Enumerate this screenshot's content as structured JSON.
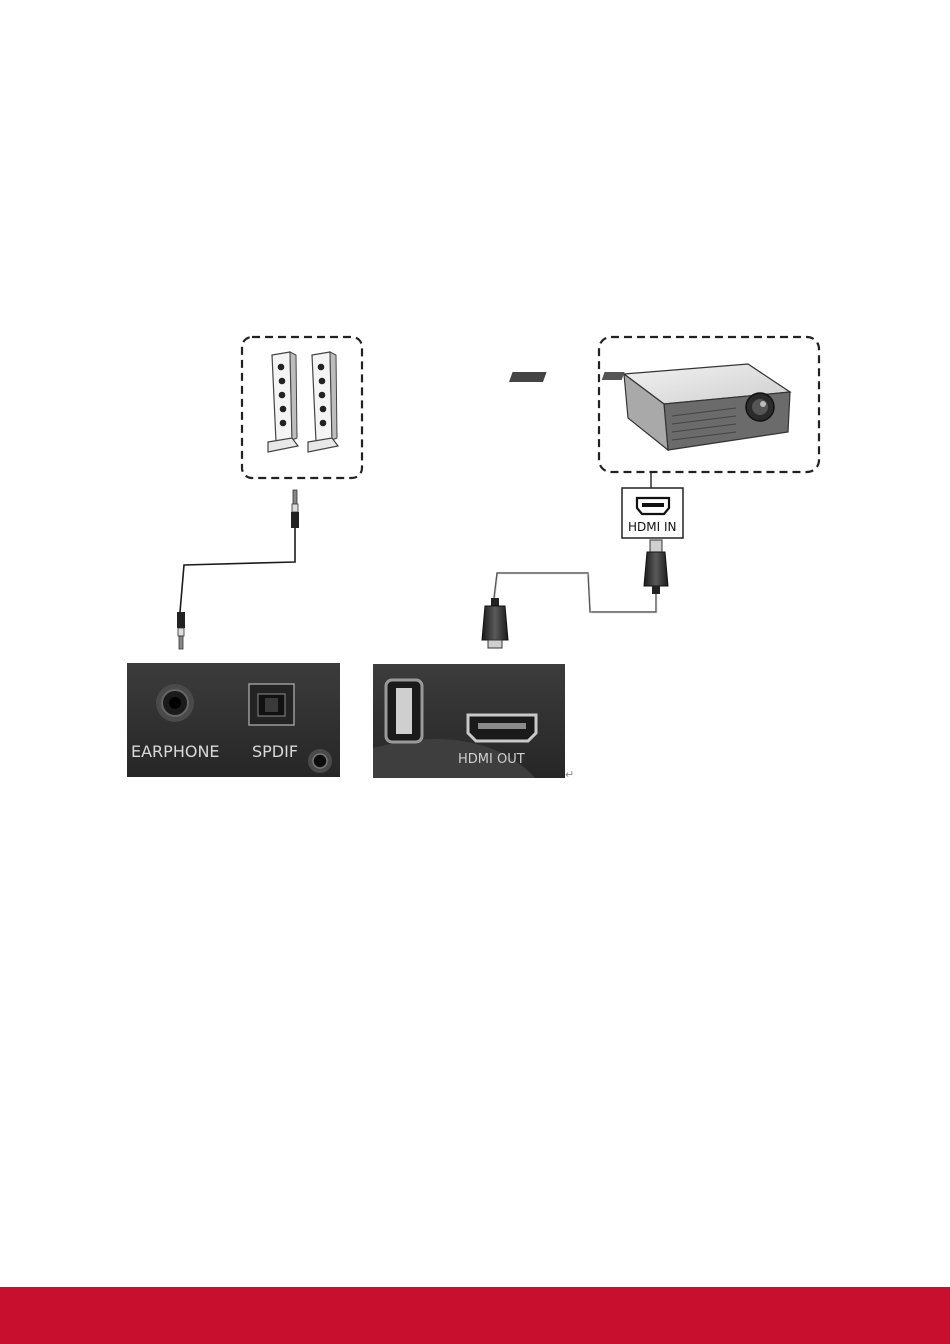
{
  "ports": {
    "earphone_label": "EARPHONE",
    "spdif_label": "SPDIF",
    "hdmi_out_label": "HDMI OUT",
    "hdmi_in_label": "HDMI IN"
  },
  "colors": {
    "footer": "#c8102e",
    "panel_dark": "#2e2e2e",
    "port_label": "#d9d9d9",
    "dashed_border": "#222222"
  },
  "icons": [
    "speakers-icon",
    "projector-icon",
    "audio-jack-plug-icon",
    "hdmi-plug-icon",
    "hdmi-port-icon"
  ]
}
